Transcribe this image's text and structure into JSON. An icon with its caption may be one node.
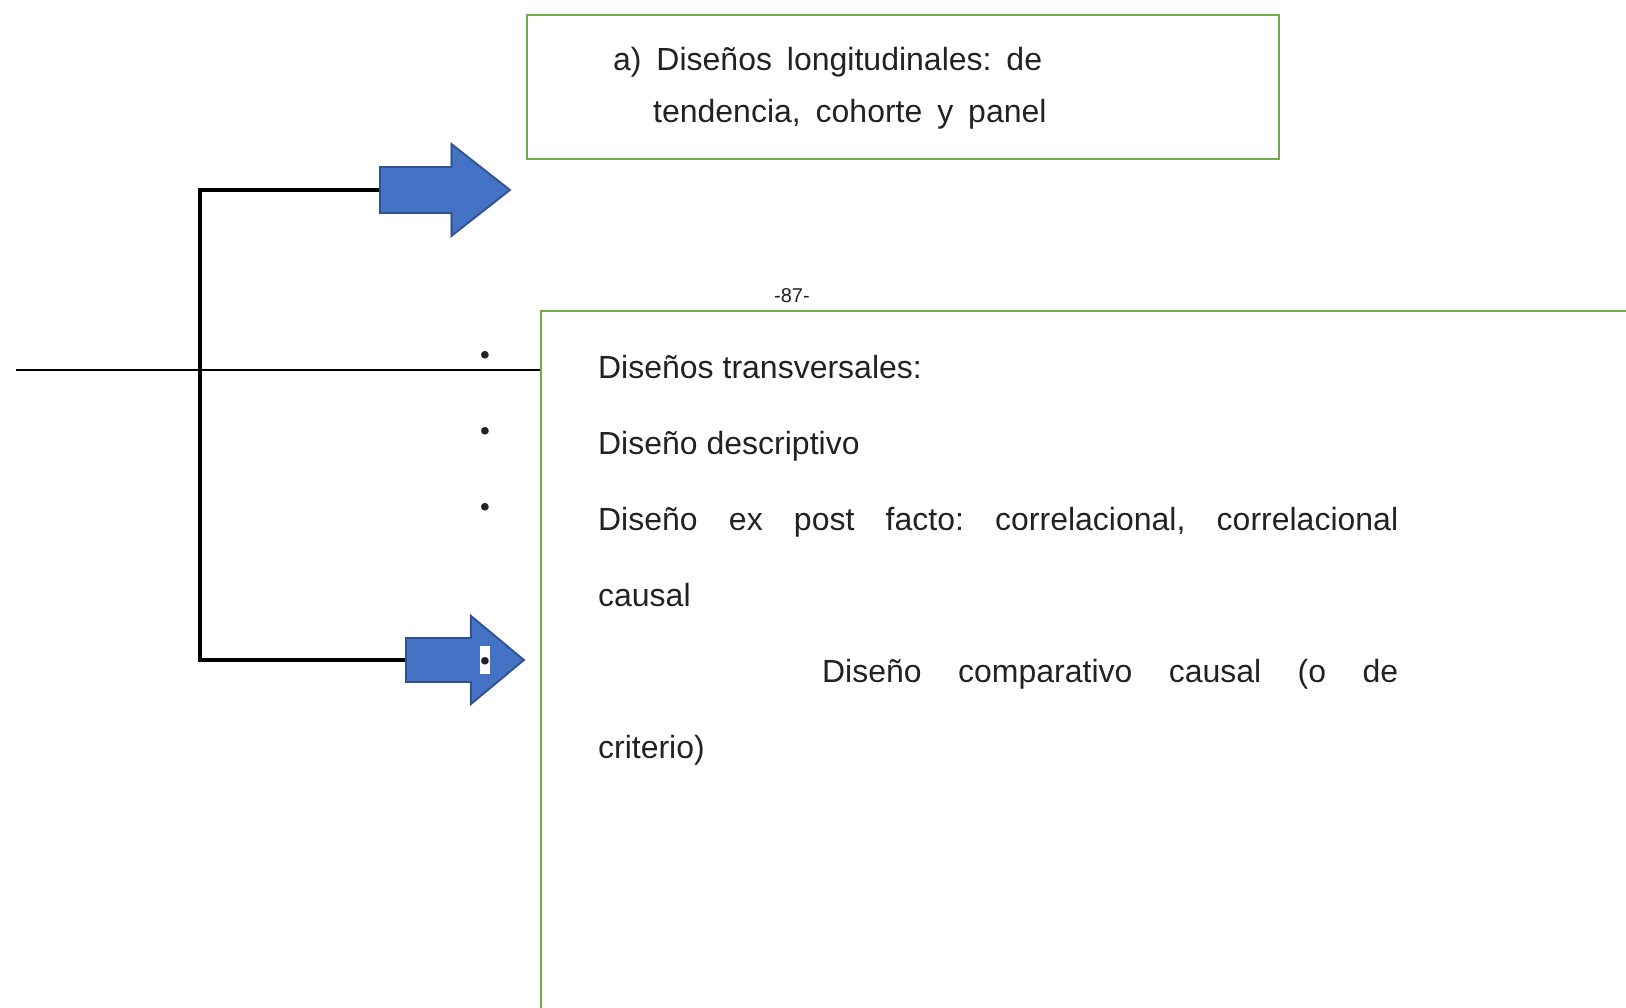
{
  "diagram": {
    "nodes": [
      {
        "text": [
          "a) Diseños longitudinales: de tendencia, cohorte y panel"
        ]
      },
      {
        "text": [
          "Diseños transversales:",
          "Diseño descriptivo",
          "Diseño ex post facto: correlacional, correlacional causal",
          "Diseño comparativo causal (o de criterio)"
        ]
      }
    ],
    "edges": [
      {
        "from": null,
        "to": 0,
        "arrow": "to",
        "color": "#4472c4"
      },
      {
        "from": null,
        "to": 1,
        "arrow": "to",
        "color": "#4472c4"
      }
    ],
    "labels": [
      "-87-",
      "•",
      "•",
      "•",
      "•"
    ]
  }
}
